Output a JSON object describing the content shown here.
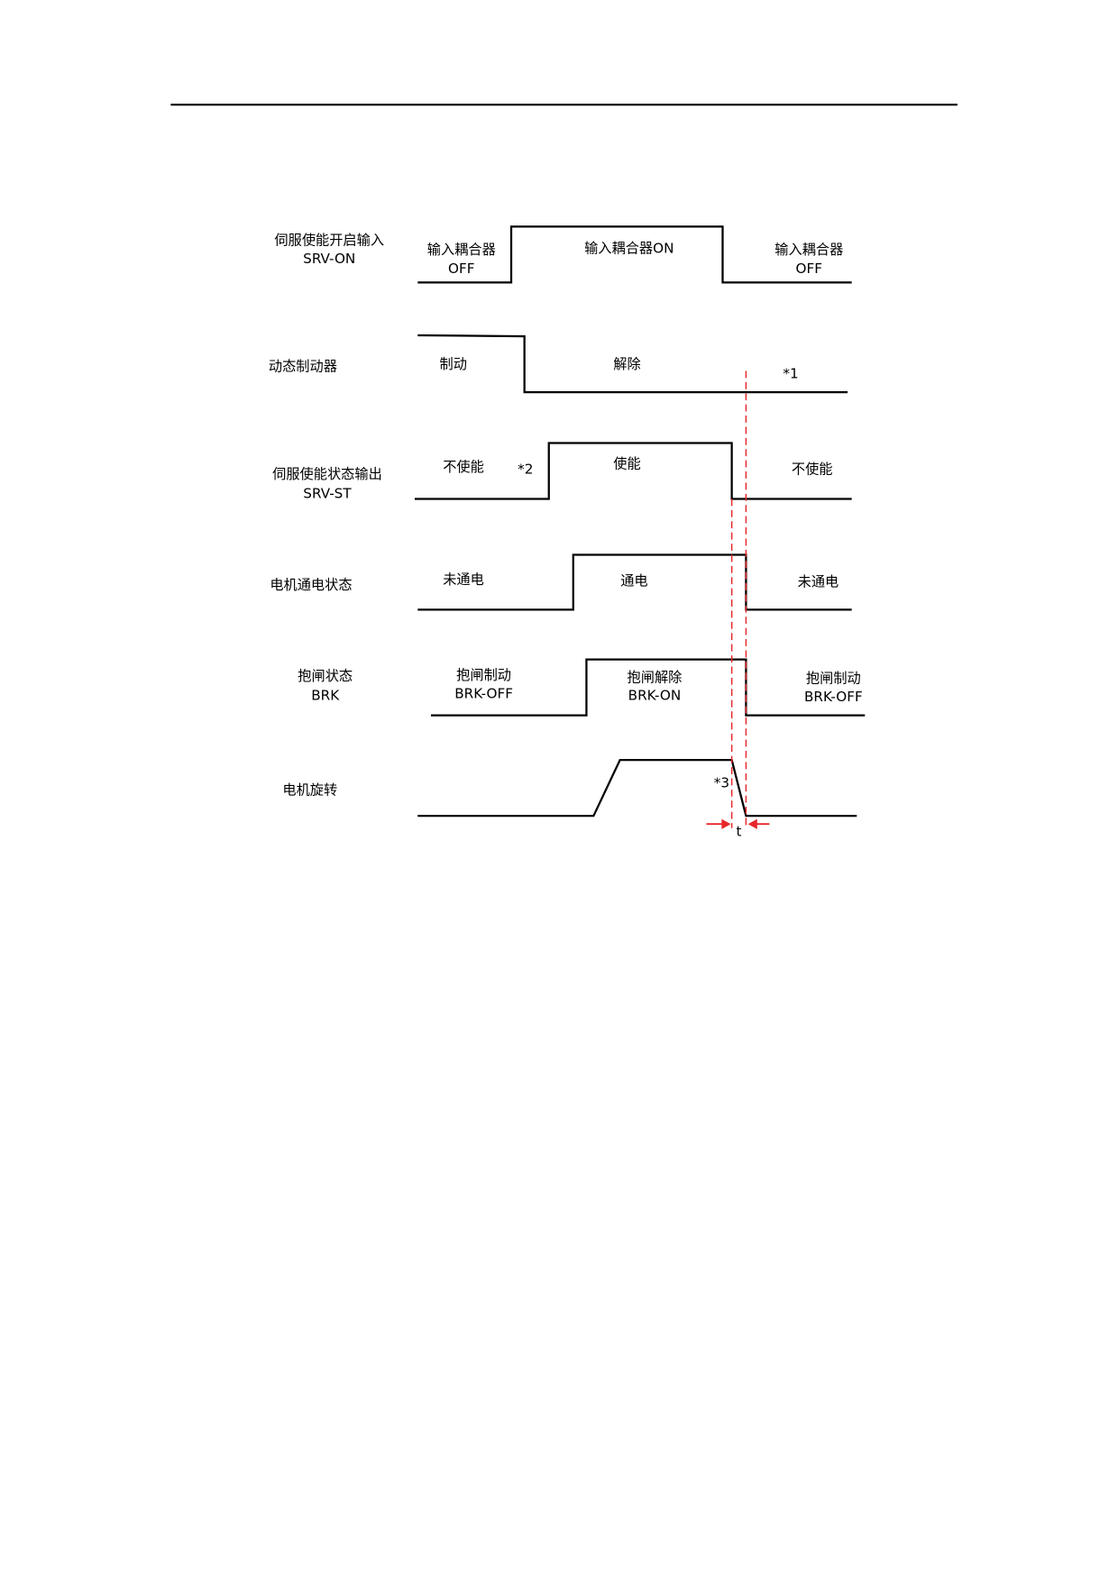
{
  "colors": {
    "signal": "#000000",
    "marker": "#e8262a"
  },
  "rows": [
    {
      "name": "伺服使能开启输入",
      "code": "SRV-ON",
      "states": [
        {
          "line1": "输入耦合器",
          "line2": "OFF"
        },
        {
          "line1": "输入耦合器ON"
        },
        {
          "line1": "输入耦合器",
          "line2": "OFF"
        }
      ]
    },
    {
      "name": "动态制动器",
      "states": [
        {
          "line1": "制动"
        },
        {
          "line1": "解除"
        }
      ],
      "note": "*1"
    },
    {
      "name": "伺服使能状态输出",
      "code": "SRV-ST",
      "states": [
        {
          "line1": "不使能"
        },
        {
          "line1": "使能"
        },
        {
          "line1": "不使能"
        }
      ],
      "note": "*2"
    },
    {
      "name": "电机通电状态",
      "states": [
        {
          "line1": "未通电"
        },
        {
          "line1": "通电"
        },
        {
          "line1": "未通电"
        }
      ]
    },
    {
      "name": "抱闸状态",
      "code": "BRK",
      "states": [
        {
          "line1": "抱闸制动",
          "line2": "BRK-OFF"
        },
        {
          "line1": "抱闸解除",
          "line2": "BRK-ON"
        },
        {
          "line1": "抱闸制动",
          "line2": "BRK-OFF"
        }
      ]
    },
    {
      "name": "电机旋转",
      "note": "*3"
    }
  ],
  "interval_label": "t"
}
